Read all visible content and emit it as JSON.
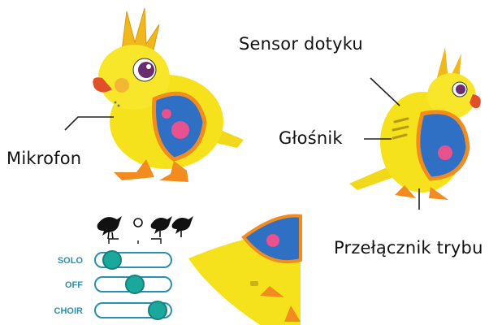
{
  "labels": {
    "touch_sensor": "Sensor dotyku",
    "speaker": "Głośnik",
    "microphone": "Mikrofon",
    "mode_switch": "Przełącznik trybu"
  },
  "switch": {
    "modes": [
      "SOLO",
      "OFF",
      "CHOIR"
    ],
    "selected_positions": [
      "left",
      "middle",
      "right"
    ],
    "accent_color": "#2a8fb3",
    "knob_color": "#1aa89c"
  },
  "colors": {
    "bird_body": "#f5e21c",
    "bird_wing": "#2f6fc4",
    "bird_wing_pink": "#e8528f",
    "beak": "#e2502a",
    "feet": "#f28c1f"
  },
  "icons": {
    "mode_icons": [
      "single-bird-icon",
      "off-circle-icon",
      "two-birds-icon"
    ]
  }
}
